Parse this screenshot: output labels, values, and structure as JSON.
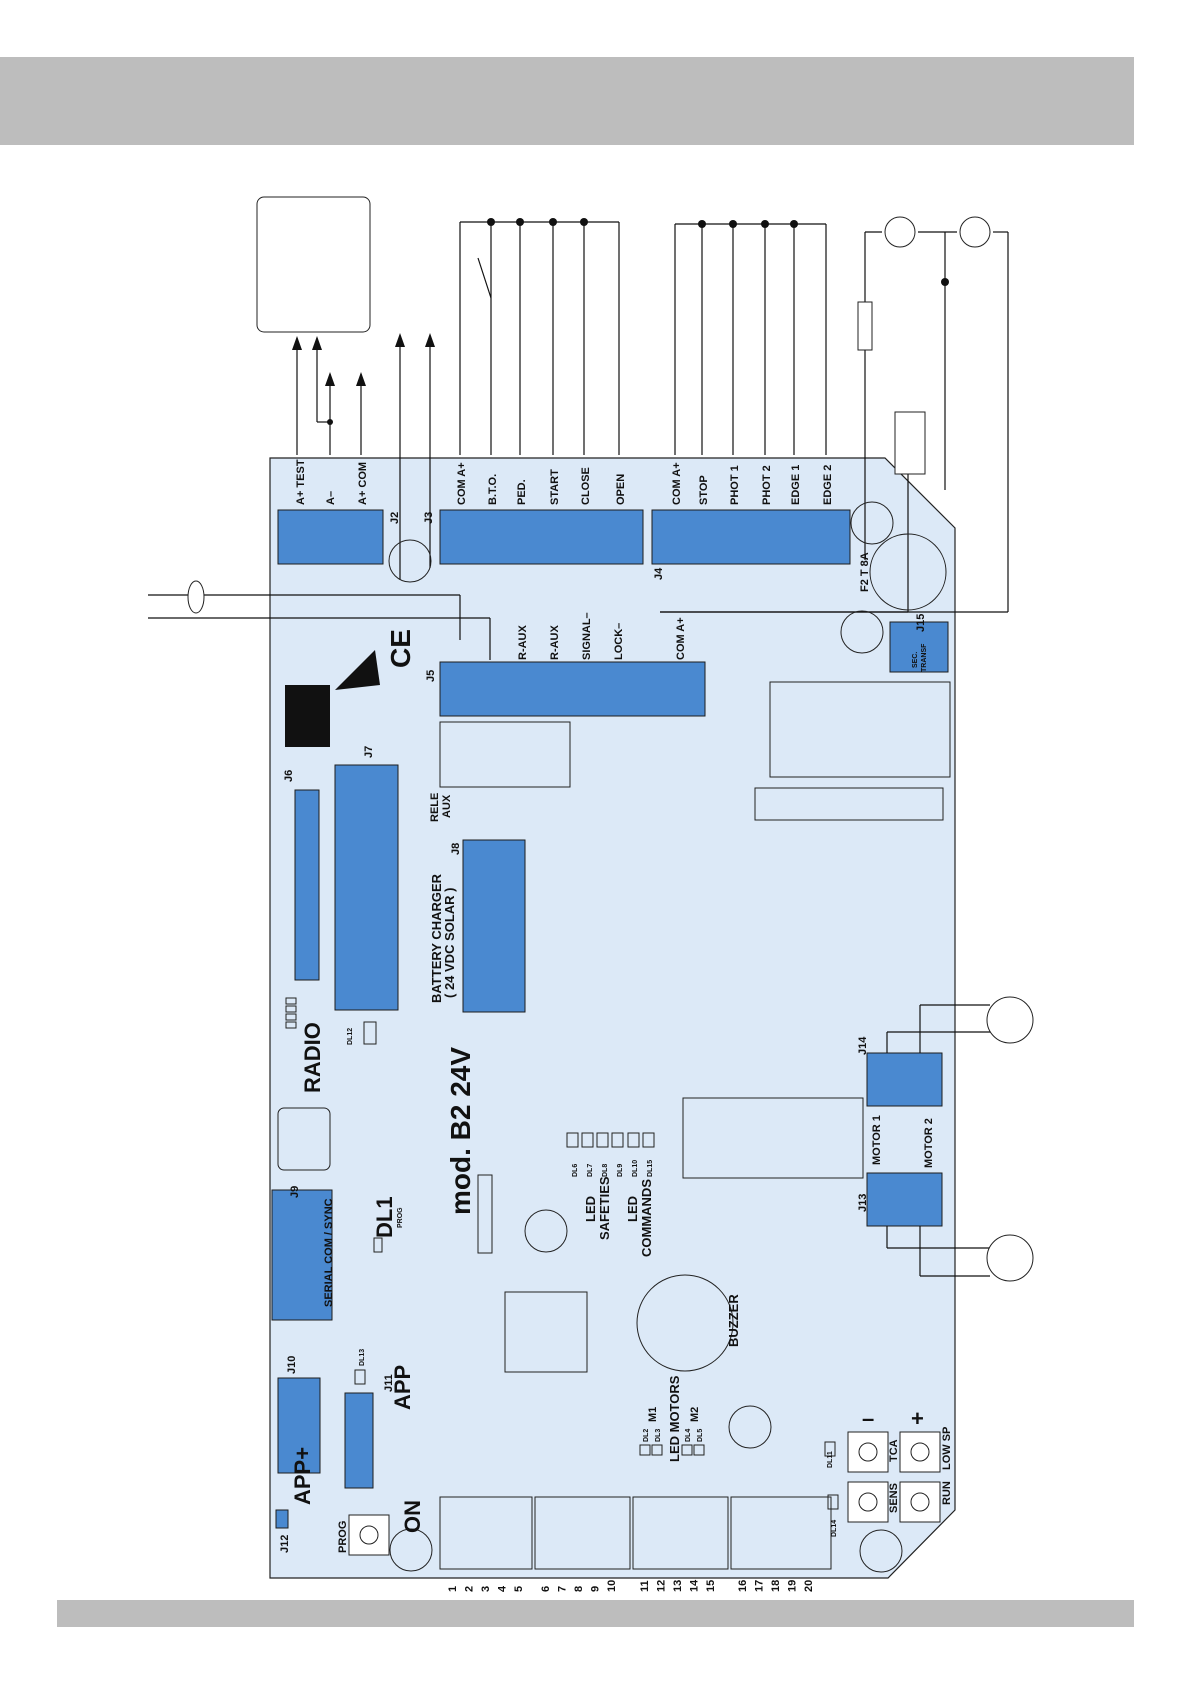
{
  "model": "mod. B2 24V",
  "connectors": {
    "j2": "J2",
    "j3": "J3",
    "j4": "J4",
    "j5": "J5",
    "j6": "J6",
    "j7": "J7",
    "j8": "J8",
    "j9": "J9",
    "j10": "J10",
    "j11": "J11",
    "j12": "J12",
    "j13": "J13",
    "j14": "J14",
    "j15": "J15"
  },
  "j2_terminals": [
    "A+ TEST",
    "A–",
    "A+ COM"
  ],
  "j3_terminals": [
    "COM A+",
    "B.T.O.",
    "PED.",
    "START",
    "CLOSE",
    "OPEN"
  ],
  "j4_terminals": [
    "COM A+",
    "STOP",
    "PHOT 1",
    "PHOT 2",
    "EDGE 1",
    "EDGE 2"
  ],
  "j5_terminals": [
    "R-AUX",
    "R-AUX",
    "SIGNAL–",
    "LOCK–",
    "COM A+"
  ],
  "fuse": "F2  T 8A",
  "sec_transf": [
    "SEC.",
    "TRANSF"
  ],
  "rele_aux": [
    "RELE",
    "AUX"
  ],
  "battery": [
    "BATTERY CHARGER",
    "( 24 VDC SOLAR )"
  ],
  "radio": "RADIO",
  "dl12": "DL12",
  "serial": "SERIAL COM / SYNC",
  "dl1": "DL1",
  "prog_small": "PROG",
  "app": "APP",
  "app_plus": "APP+",
  "dl13": "DL13",
  "on": "ON",
  "prog_button": "PROG",
  "led_safeties": [
    "LED",
    "SAFETIES"
  ],
  "led_commands": [
    "LED",
    "COMMANDS"
  ],
  "dl_safeties": [
    "DL6",
    "DL7",
    "DL8",
    "DL9"
  ],
  "dl_commands": [
    "DL10",
    "DL15"
  ],
  "buzzer": "BUZZER",
  "led_motors": "LED MOTORS",
  "m1": "M1",
  "m2": "M2",
  "dl_motors": [
    "DL2",
    "DL3",
    "DL4",
    "DL5"
  ],
  "motor1": "MOTOR 1",
  "motor2": "MOTOR 2",
  "tca": "TCA",
  "sens": "SENS",
  "run": "RUN",
  "low_sp": "LOW SP",
  "dl11": "DL11",
  "dl14": "DL14",
  "minus": "–",
  "plus": "+",
  "bottom_terminals": [
    "1",
    "2",
    "3",
    "4",
    "5",
    "6",
    "7",
    "8",
    "9",
    "10",
    "11",
    "12",
    "13",
    "14",
    "15",
    "16",
    "17",
    "18",
    "19",
    "20"
  ],
  "colors": {
    "board": "#dce9f7",
    "terminal": "#4a89d0",
    "band": "#bdbdbd"
  }
}
